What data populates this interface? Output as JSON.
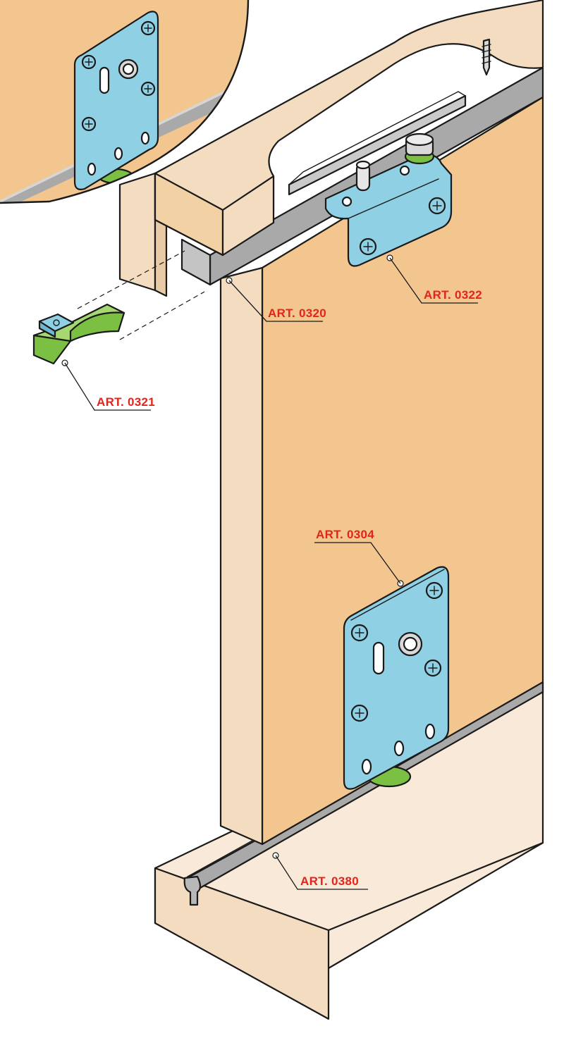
{
  "diagram": {
    "callouts": [
      {
        "id": "art-0320",
        "label": "ART. 0320"
      },
      {
        "id": "art-0321",
        "label": "ART. 0321"
      },
      {
        "id": "art-0322",
        "label": "ART. 0322"
      },
      {
        "id": "art-0304",
        "label": "ART. 0304"
      },
      {
        "id": "art-0380",
        "label": "ART. 0380"
      }
    ],
    "colors": {
      "label": "#e3241b",
      "door_face": "#f2c68e",
      "door_edge": "#f3dcc0",
      "top_rail": "#f3dcc0",
      "floor": "#f8e9d8",
      "metal": "#8fd0e4",
      "track": "#a9a9a9",
      "wheel": "#7bc043",
      "outline": "#1a1a1a"
    },
    "parts": [
      "top-rail-board",
      "upper-track",
      "sliding-door",
      "top-guide-bracket",
      "bottom-roller-plate",
      "bottom-track",
      "floor-board",
      "track-stopper",
      "detail-magnifier",
      "wood-screw"
    ]
  }
}
